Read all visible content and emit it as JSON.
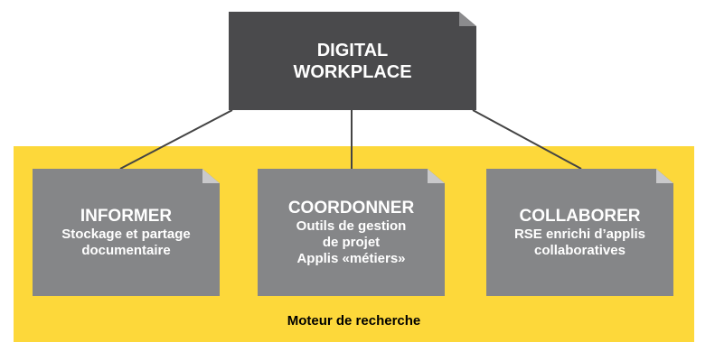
{
  "root": {
    "title_line1": "DIGITAL",
    "title_line2": "WORKPLACE"
  },
  "nodes": [
    {
      "title": "INFORMER",
      "lines": [
        "Stockage et partage",
        "documentaire"
      ]
    },
    {
      "title": "COORDONNER",
      "lines": [
        "Outils de gestion",
        "de projet",
        "Applis «métiers»"
      ]
    },
    {
      "title": "COLLABORER",
      "lines": [
        "RSE enrichi d’applis",
        "collaboratives"
      ]
    }
  ],
  "footer": "Moteur de recherche",
  "colors": {
    "yellow": "#fdd83a",
    "dark": "#4a4a4c",
    "grey": "#858688"
  }
}
